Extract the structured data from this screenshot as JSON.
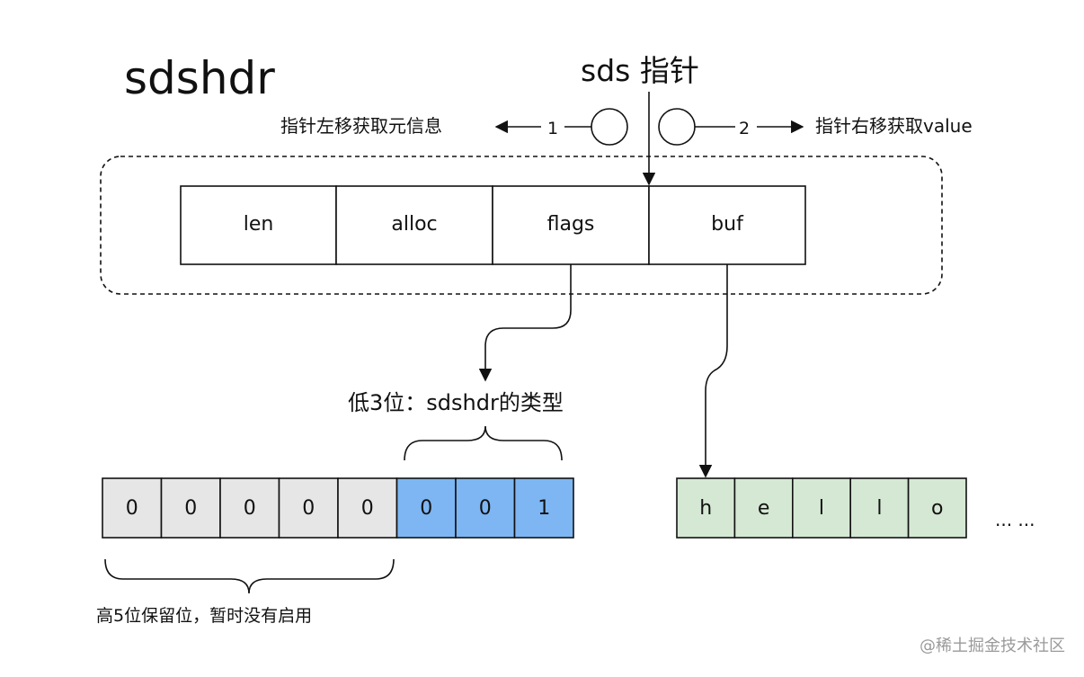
{
  "title": "sdshdr",
  "pointer_label": "sds 指针",
  "left_annotation": "指针左移获取元信息",
  "right_annotation": "指针右移获取value",
  "left_step": "1",
  "right_step": "2",
  "header_fields": [
    "len",
    "alloc",
    "flags",
    "buf"
  ],
  "flags_bits": [
    "0",
    "0",
    "0",
    "0",
    "0",
    "0",
    "0",
    "1"
  ],
  "low_bits_label": "低3位：sdshdr的类型",
  "high_bits_label": "高5位保留位，暂时没有启用",
  "buf_chars": [
    "h",
    "e",
    "l",
    "l",
    "o"
  ],
  "buf_ellipsis": "... ...",
  "footer": "@稀土掘金技术社区",
  "colors": {
    "gray_bit": "#e6e6e6",
    "blue_bit": "#7db6f2",
    "green_char": "#d5e8d4",
    "stroke": "#111111"
  }
}
